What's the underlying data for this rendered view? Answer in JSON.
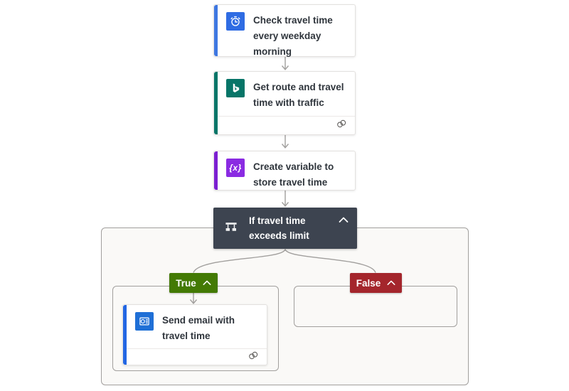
{
  "diagram": {
    "trigger_card": {
      "title": "Check travel time every weekday morning",
      "icon": "alarm-clock-icon",
      "accent_color": "#3E77E1",
      "icon_bg_color": "#2F6CE3"
    },
    "bing_card": {
      "title": "Get route and travel time with traffic",
      "icon": "bing-logo-icon",
      "accent_color": "#077568",
      "icon_bg_color": "#077568",
      "footer_icon": "connection-link-icon"
    },
    "variable_card": {
      "title": "Create variable to store travel time",
      "icon": "variable-icon",
      "icon_glyph": "{x}",
      "accent_color": "#7B1FD1",
      "icon_bg_color": "#8A2BE2"
    },
    "condition_card": {
      "title": "If travel time exceeds limit",
      "icon": "condition-branch-icon",
      "bg_color": "#3D4450",
      "collapse_state": "expanded"
    },
    "true_branch": {
      "label": "True",
      "bg_color": "#437A04",
      "collapse_state": "expanded"
    },
    "false_branch": {
      "label": "False",
      "bg_color": "#A4262C",
      "collapse_state": "expanded"
    },
    "email_card": {
      "title": "Send email with travel time",
      "icon": "outlook-icon",
      "accent_color": "#2266E3",
      "icon_bg_color": "#1F6FD6",
      "footer_icon": "connection-link-icon"
    }
  }
}
